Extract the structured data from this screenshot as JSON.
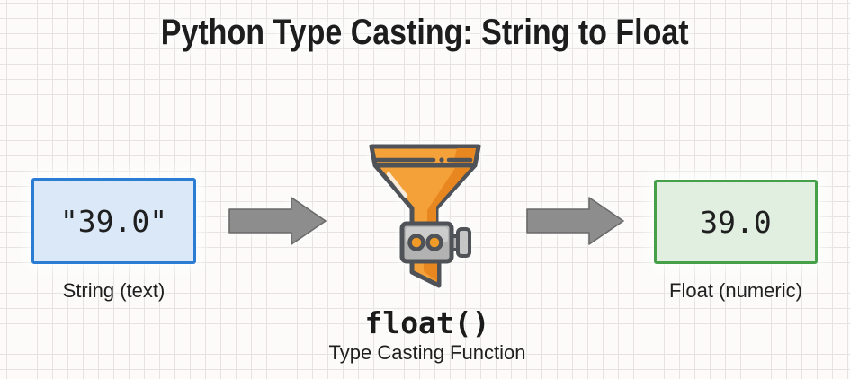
{
  "title": "Python Type Casting: String to Float",
  "diagram": {
    "input_box": {
      "value": "\"39.0\"",
      "caption": "String (text)"
    },
    "cast_function": {
      "code": "float()",
      "caption": "Type Casting Function"
    },
    "output_box": {
      "value": "39.0",
      "caption": "Float (numeric)"
    }
  },
  "icons": {
    "function_icon": "funnel-grinder-icon",
    "flow_icon": "arrow-right-icon"
  },
  "colors": {
    "background": "#fcfbfa",
    "grid_line": "#e6e2e1",
    "title_text": "#1d1d1d",
    "string_box_border": "#2b7cd3",
    "string_box_fill": "#dae8f8",
    "float_box_border": "#45a049",
    "float_box_fill": "#e1efe0",
    "arrow_gray": "#8d8d8d",
    "funnel_orange": "#f4a139",
    "funnel_orange_dark": "#e8871f",
    "funnel_outline": "#4f5256",
    "grinder_gray": "#b2b2b2"
  }
}
